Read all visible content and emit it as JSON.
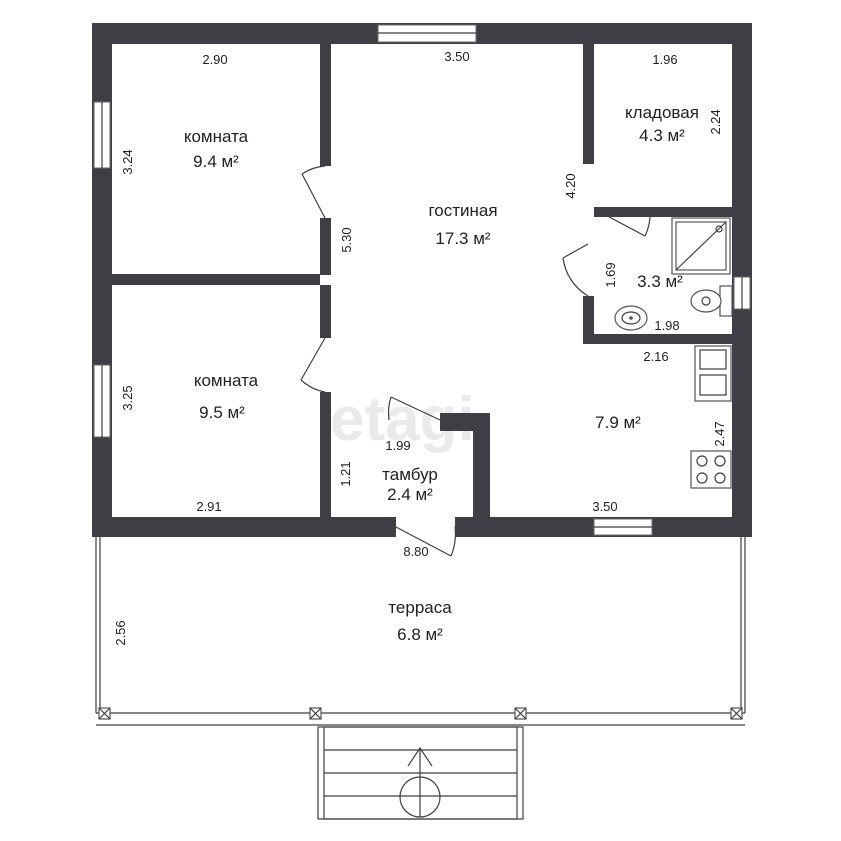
{
  "watermark": "etagi",
  "rooms": {
    "room1": {
      "name": "комната",
      "area": "9.4 м²"
    },
    "room2": {
      "name": "комната",
      "area": "9.5 м²"
    },
    "living": {
      "name": "гостиная",
      "area": "17.3 м²"
    },
    "storage": {
      "name": "кладовая",
      "area": "4.3 м²"
    },
    "bath": {
      "area": "3.3 м²"
    },
    "kitchen": {
      "area": "7.9 м²"
    },
    "vestibule": {
      "name": "тамбур",
      "area": "2.4 м²"
    },
    "terrace": {
      "name": "терраса",
      "area": "6.8 м²"
    }
  },
  "dimensions": {
    "room1_width": "2.90",
    "room1_height": "3.24",
    "living_width": "3.50",
    "living_height": "5.30",
    "storage_width": "1.96",
    "storage_height": "2.24",
    "storage_bath_wall": "4.20",
    "bath_height": "1.69",
    "bath_width": "1.98",
    "kitchen_top": "2.16",
    "kitchen_side": "2.47",
    "kitchen_bottom": "3.50",
    "room2_height": "3.25",
    "room2_width": "2.91",
    "vestibule_width": "1.99",
    "vestibule_height": "1.21",
    "house_width": "8.80",
    "terrace_depth": "2.56"
  },
  "colors": {
    "wall": "#3e3e44",
    "background": "#ffffff"
  },
  "icons": [
    "shower-icon",
    "toilet-icon",
    "sink-icon",
    "kitchen-sink-icon",
    "stove-icon",
    "entrance-arrow-icon"
  ]
}
